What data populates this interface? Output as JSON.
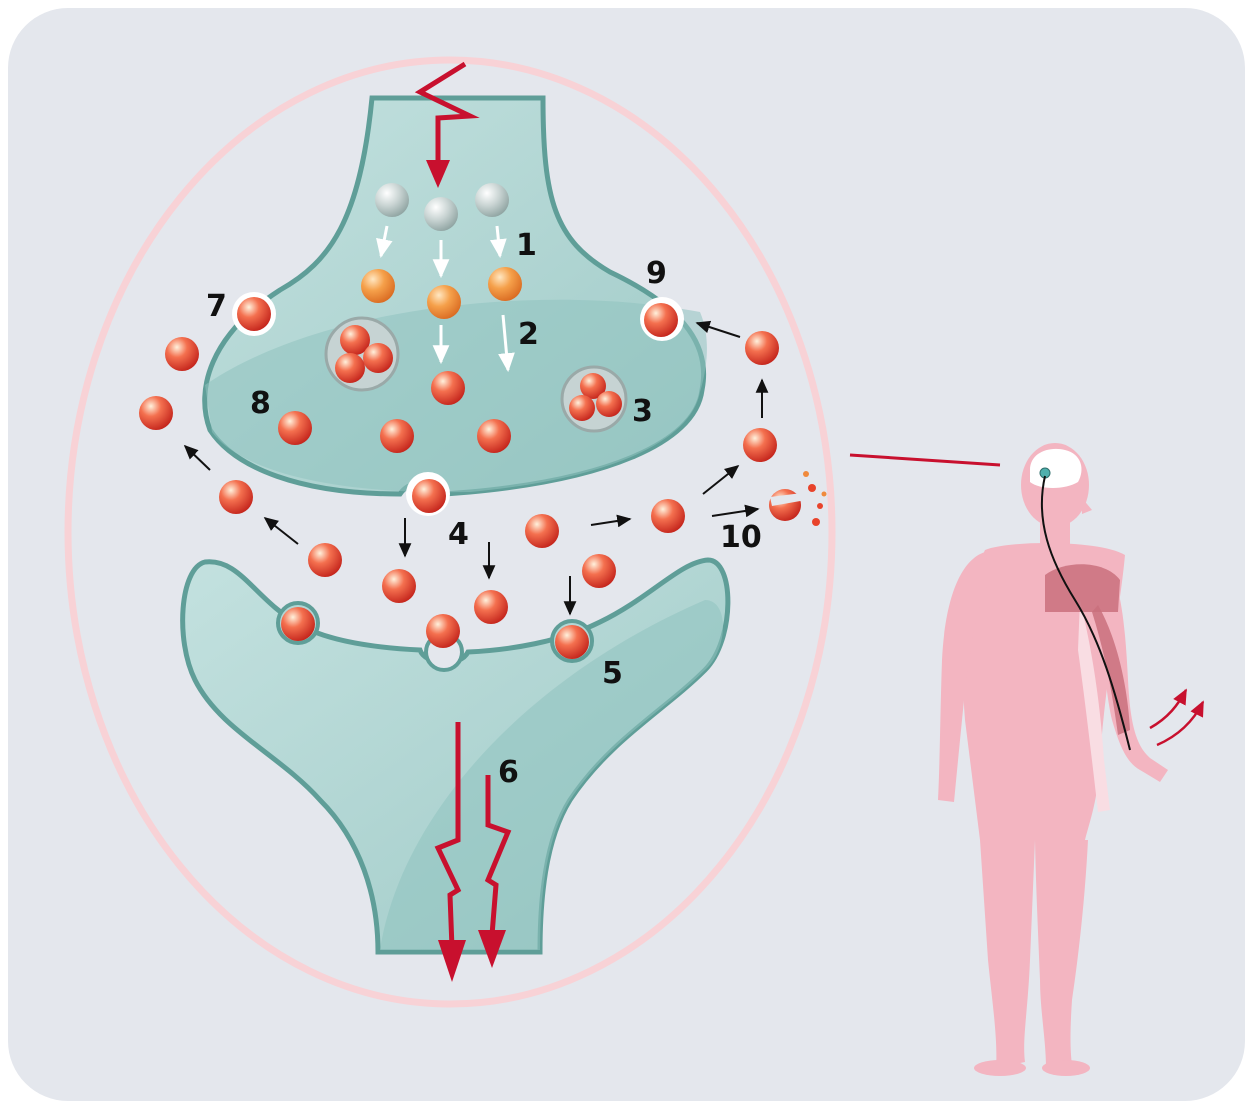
{
  "colors": {
    "background": "#e4e7ed",
    "ellipse": "#f8d2d6",
    "neuron_fill": "#b2d7d6",
    "neuron_stroke": "#5f9e98",
    "neuron_shade": "#8fc3c0",
    "transmitter": "#e8432b",
    "precursor": "#f08a3c",
    "inactive": "#aab9b7",
    "signal": "#c8102e",
    "body": "#f3b5c1",
    "muscle": "#c9707c"
  },
  "labels": {
    "n1": "1",
    "n2": "2",
    "n3": "3",
    "n4": "4",
    "n5": "5",
    "n6": "6",
    "n7": "7",
    "n8": "8",
    "n9": "9",
    "n10": "10"
  }
}
